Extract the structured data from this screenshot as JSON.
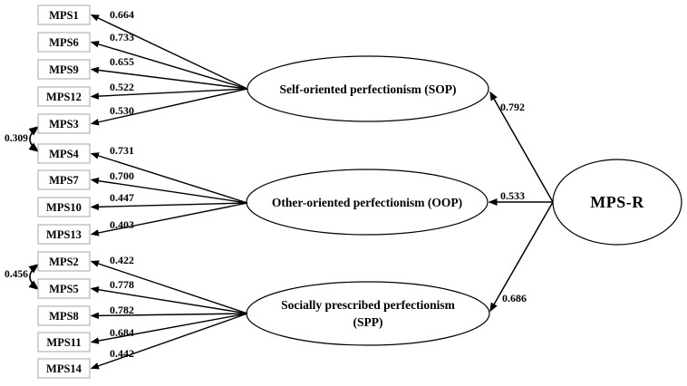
{
  "figure": {
    "type": "sem-path-diagram",
    "description_visible_text_only": true
  },
  "colors": {
    "background": "#ffffff",
    "line": "#000000",
    "box_border": "#b3b3b3",
    "text": "#000000"
  },
  "second_order_factor": {
    "label": "MPS-R"
  },
  "factors": [
    {
      "name": "SOP",
      "lines": [
        "Self-oriented perfectionism (SOP)"
      ],
      "path_from_mpsr": "0.792"
    },
    {
      "name": "OOP",
      "lines": [
        "Other-oriented perfectionism (OOP)"
      ],
      "path_from_mpsr": "0.533"
    },
    {
      "name": "SPP",
      "lines": [
        "Socially prescribed perfectionism",
        "(SPP)"
      ],
      "path_from_mpsr": "0.686"
    }
  ],
  "indicators": [
    {
      "label": "MPS1",
      "loading": "0.664",
      "factor": "SOP"
    },
    {
      "label": "MPS6",
      "loading": "0.733",
      "factor": "SOP"
    },
    {
      "label": "MPS9",
      "loading": "0.655",
      "factor": "SOP"
    },
    {
      "label": "MPS12",
      "loading": "0.522",
      "factor": "SOP"
    },
    {
      "label": "MPS3",
      "loading": "0.530",
      "factor": "SOP"
    },
    {
      "label": "MPS4",
      "loading": "0.731",
      "factor": "OOP"
    },
    {
      "label": "MPS7",
      "loading": "0.700",
      "factor": "OOP"
    },
    {
      "label": "MPS10",
      "loading": "0.447",
      "factor": "OOP"
    },
    {
      "label": "MPS13",
      "loading": "0.403",
      "factor": "OOP"
    },
    {
      "label": "MPS2",
      "loading": "0.422",
      "factor": "SPP"
    },
    {
      "label": "MPS5",
      "loading": "0.778",
      "factor": "SPP"
    },
    {
      "label": "MPS8",
      "loading": "0.782",
      "factor": "SPP"
    },
    {
      "label": "MPS11",
      "loading": "0.684",
      "factor": "SPP"
    },
    {
      "label": "MPS14",
      "loading": "0.442",
      "factor": "SPP"
    }
  ],
  "covariances": [
    {
      "between": "MPS3-MPS4",
      "value": "0.309"
    },
    {
      "between": "MPS2-MPS5",
      "value": "0.456"
    }
  ]
}
